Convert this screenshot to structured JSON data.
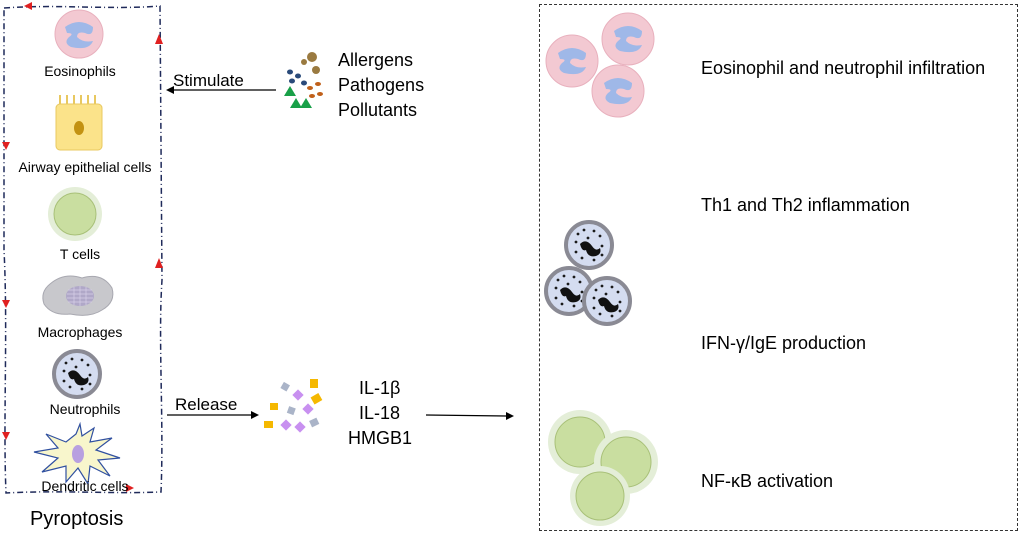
{
  "left_panel": {
    "title": "Pyroptosis",
    "cells": [
      {
        "label": "Eosinophils",
        "icon": "eosinophil-icon"
      },
      {
        "label": "Airway epithelial cells",
        "icon": "epithelial-cell-icon"
      },
      {
        "label": "T cells",
        "icon": "t-cell-icon"
      },
      {
        "label": "Macrophages",
        "icon": "macrophage-icon"
      },
      {
        "label": "Neutrophils",
        "icon": "neutrophil-icon"
      },
      {
        "label": "Dendritic cells",
        "icon": "dendritic-cell-icon"
      }
    ]
  },
  "stimuli": {
    "arrow_label": "Stimulate",
    "items": [
      "Allergens",
      "Pathogens",
      "Pollutants"
    ]
  },
  "release": {
    "arrow_label": "Release",
    "items": [
      "IL-1β",
      "IL-18",
      "HMGB1"
    ]
  },
  "right_panel": {
    "effects": [
      "Eosinophil and neutrophil infiltration",
      "Th1 and Th2 inflammation",
      "IFN-γ/IgE production",
      "NF-κB activation"
    ]
  },
  "colors": {
    "dashed_border": "#1f2a5a",
    "cycle_arrow": "#e02020",
    "eosinophil_body": "#f3c9d2",
    "eosinophil_nucleus": "#9fb8e8",
    "epithelial_body": "#fbe38a",
    "epithelial_nucleus": "#c39212",
    "t_cell": "#c9dea0",
    "macrophage": "#c8c8cc",
    "neutrophil_ring": "#8a8a94",
    "neutrophil_body": "#d4dcf0",
    "dendritic_outline": "#3050a0",
    "dendritic_fill": "#f8f6cc",
    "dendritic_nucleus": "#b8a0e0",
    "triangle_green": "#18a048",
    "cytokine_yellow": "#f5b800",
    "cytokine_purple": "#c890f0",
    "cytokine_gray": "#aab4c8"
  }
}
